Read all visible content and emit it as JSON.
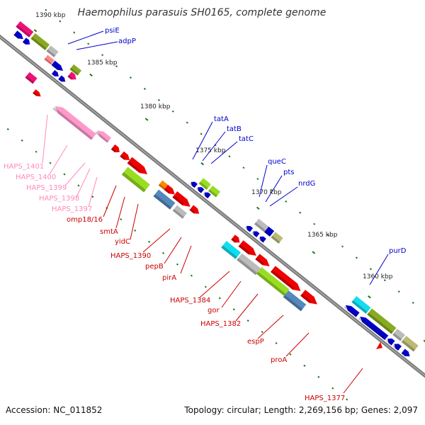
{
  "title": "Haemophilus parasuis SH0165, complete genome",
  "footer": {
    "accession": "Accession: NC_011852",
    "topology": "Topology: circular; Length: 2,269,156 bp; Genes: 2,097"
  },
  "ruler": [
    "1390 kbp",
    "1385 kbp",
    "1380 kbp",
    "1375 kbp",
    "1370 kbp",
    "1365 kbp",
    "1360 kbp"
  ],
  "labels_blue": [
    "psiE",
    "adpP",
    "tatA",
    "tatB",
    "tatC",
    "queC",
    "pts",
    "nrdG",
    "purD"
  ],
  "labels_pink": [
    "HAPS_1401",
    "HAPS_1400",
    "HAPS_1399",
    "HAPS_1398",
    "HAPS_1397"
  ],
  "labels_red": [
    "omp18/16",
    "smtA",
    "yidC",
    "HAPS_1390",
    "pepB",
    "pirA",
    "HAPS_1384",
    "gor",
    "HAPS_1382",
    "espP",
    "proA",
    "HAPS_1377"
  ],
  "colors": {
    "blue": "#0000cc",
    "pink_label": "#ff88bb",
    "red": "#cc0000",
    "backbone": "#777777",
    "tick": "#1a7a1a",
    "gene_red": "#ee0000",
    "gene_pink": "#ff99cc",
    "gene_magenta": "#ee1177",
    "gene_lime": "#99dd22",
    "gene_olive": "#88aa22",
    "gene_gray": "#bbbbbb",
    "gene_steel": "#5588bb",
    "gene_cyan": "#11ddee",
    "gene_khaki": "#bbbb77",
    "gene_orange": "#ff8800",
    "gene_salmon": "#ff8888"
  }
}
